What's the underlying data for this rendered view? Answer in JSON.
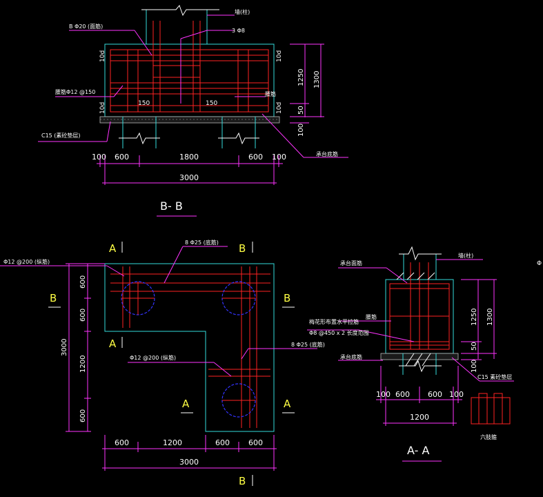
{
  "section_bb": {
    "title": "B- B",
    "labels": {
      "column": "墙(柱)",
      "top_bar": "B Φ20 (面筋)",
      "stirrup": "3 Φ8",
      "waist_bar": "腰筋Φ12 @150",
      "side_bar": "腰筋",
      "cushion": "C15 (素砼垫层)",
      "base_bar": "承台底筋",
      "bar_end_top_left": "10d",
      "bar_end_top_right": "10d",
      "bar_end_bot_left": "10d",
      "bar_end_bot_right": "10d",
      "hook_left": "150",
      "hook_right": "150"
    },
    "dims_h": [
      "100",
      "600",
      "1800",
      "600",
      "100"
    ],
    "dims_total": "3000",
    "dims_v_inner": [
      "1250",
      "50"
    ],
    "dims_v_outer": "1300",
    "dim_cushion": "100"
  },
  "plan": {
    "label_bar_left": "Φ12 @200 (纵筋)",
    "label_bar_top": "8 Φ25 (底筋)",
    "label_bar_mid": "Φ12 @200 (纵筋)",
    "label_bar_right": "8 Φ25 (底筋)",
    "cut_A_top": "A",
    "cut_A_mid": "A",
    "cut_A_low": "A",
    "cut_A_right": "A",
    "cut_B_top": "B",
    "cut_B_left": "B",
    "cut_B_right": "B",
    "cut_B_bottom": "B",
    "dims_v": [
      "600",
      "600",
      "1200",
      "600"
    ],
    "dims_v_total": "3000",
    "dims_h": [
      "600",
      "1200",
      "600",
      "600"
    ],
    "dims_h_total": "3000"
  },
  "section_aa": {
    "title": "A- A",
    "labels": {
      "top_bar": "承台面筋",
      "column": "墙(柱)",
      "waist": "腰筋",
      "tie": "梅花形布置水平拉筋",
      "tie_spec": "Φ8 @450 x 2 长度范围",
      "base_bar": "承台底筋",
      "cushion": "C15 素砼垫层",
      "stirrup_detail": "六肢箍"
    },
    "dims_h": [
      "100",
      "600",
      "600",
      "100"
    ],
    "dims_total": "1200",
    "dims_v_inner": [
      "1250",
      "50"
    ],
    "dims_v_outer": "1300",
    "dim_cushion": "100"
  },
  "edge_fragment": "Φ"
}
